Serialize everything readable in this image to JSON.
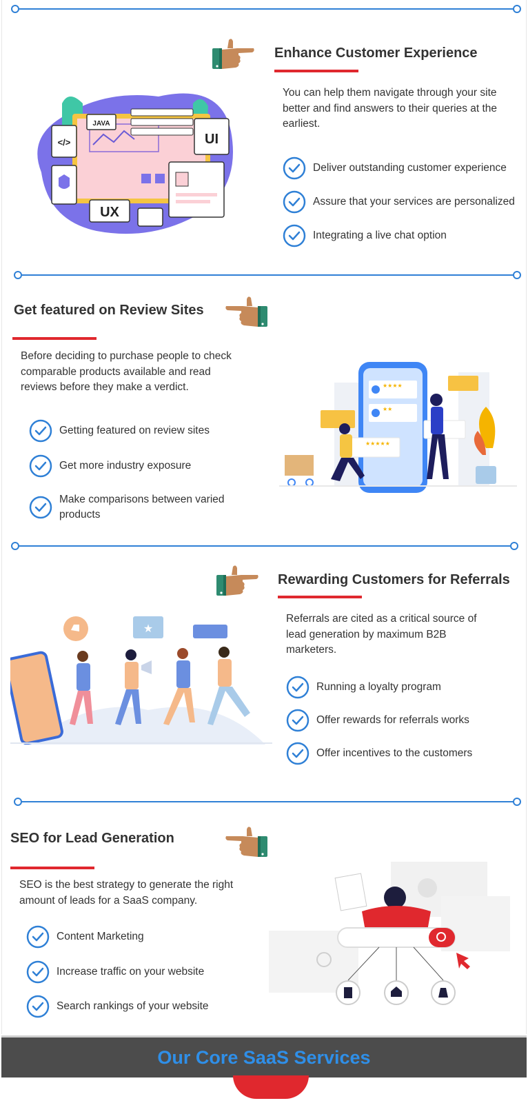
{
  "sections": [
    {
      "title": "Enhance Customer Experience",
      "description": "You can help them navigate through your site better and find answers to their queries at the earliest.",
      "items": [
        "Deliver outstanding customer experience",
        "Assure that your services are personalized",
        "Integrating a live chat option"
      ],
      "illustration_labels": [
        "JAVA",
        "</>",
        "UI",
        "UX"
      ]
    },
    {
      "title": "Get featured on Review Sites",
      "description": "Before deciding to purchase people to check comparable products available and read reviews before they make a verdict.",
      "items": [
        "Getting featured on review sites",
        "Get more industry exposure",
        "Make comparisons between varied products"
      ]
    },
    {
      "title": "Rewarding Customers for Referrals",
      "description": "Referrals are cited as a critical source of lead generation by maximum B2B marketers.",
      "items": [
        "Running a loyalty program",
        "Offer rewards for referrals works",
        "Offer incentives to the customers"
      ]
    },
    {
      "title": "SEO for Lead Generation",
      "description": "SEO is the best strategy to generate the right amount of leads for a SaaS company.",
      "items": [
        "Content Marketing",
        "Increase traffic on your website",
        "Search rankings of your website"
      ]
    }
  ],
  "banner": {
    "text": "Our Core SaaS Services"
  },
  "colors": {
    "accent_blue": "#2f80d6",
    "accent_red": "#e0282e",
    "banner_bg": "#4c4c4c",
    "banner_text": "#2f8fe8",
    "hand_skin": "#c68a5a",
    "cuff_green": "#2e8b70"
  },
  "icons": [
    "check-circle-icon",
    "pointing-hand-icon"
  ]
}
